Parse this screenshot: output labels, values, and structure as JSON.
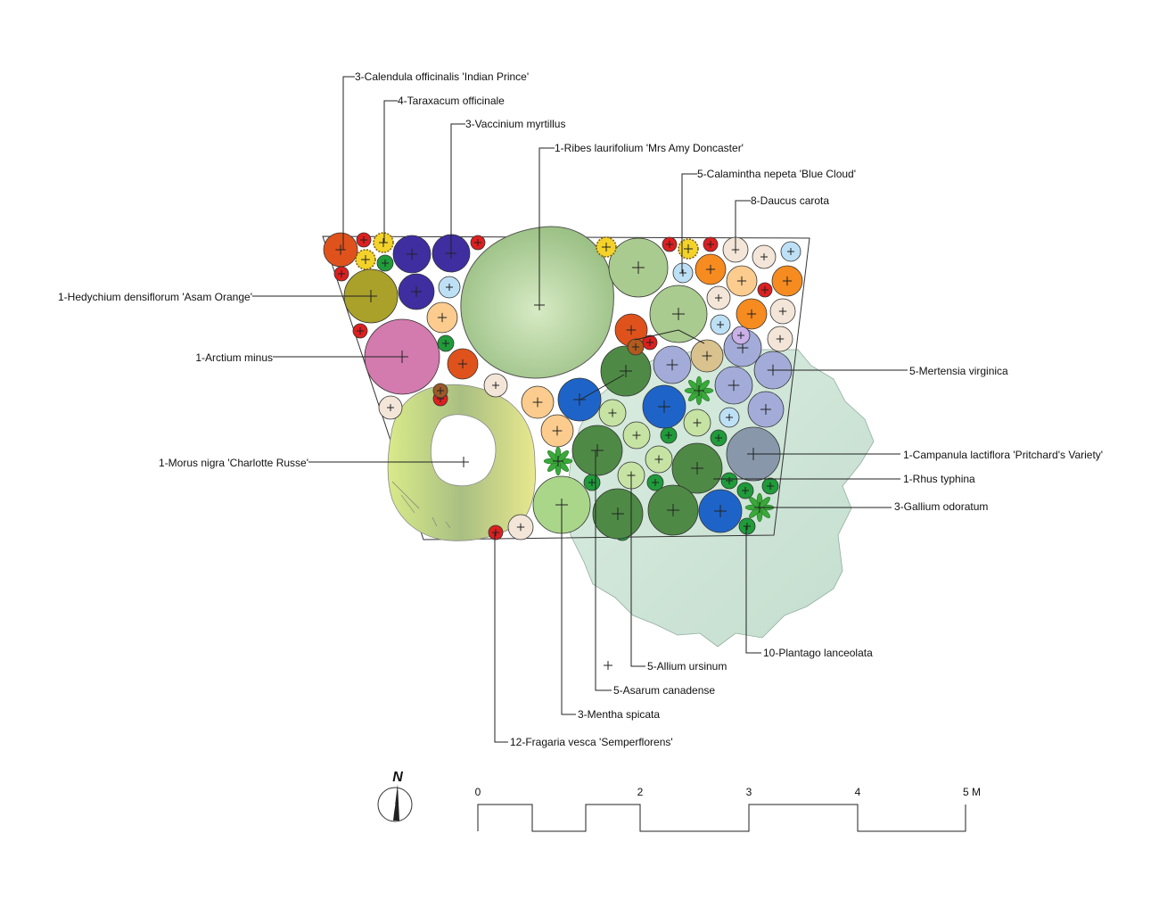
{
  "labels": {
    "calendula": "3-Calendula officinalis 'Indian Prince'",
    "taraxacum": "4-Taraxacum officinale",
    "vaccinium": "3-Vaccinium myrtillus",
    "ribes": "1-Ribes laurifolium 'Mrs Amy Doncaster'",
    "calamintha": "5-Calamintha nepeta 'Blue Cloud'",
    "daucus": "8-Daucus carota",
    "hedychium": "1-Hedychium densiflorum 'Asam Orange'",
    "arctium": "1-Arctium minus",
    "mertensia": "5-Mertensia virginica",
    "morus": "1-Morus nigra 'Charlotte Russe'",
    "campanula": "1-Campanula lactiflora 'Pritchard's Variety'",
    "rhus": "1-Rhus typhina",
    "gallium": "3-Gallium odoratum",
    "plantago": "10-Plantago lanceolata",
    "allium": "5-Allium ursinum",
    "asarum": "5-Asarum canadense",
    "mentha": "3-Mentha spicata",
    "fragaria": "12-Fragaria vesca 'Semperflorens'"
  },
  "north": {
    "letter": "N"
  },
  "scale": {
    "ticks": [
      "0",
      "2",
      "3",
      "4",
      "5 M"
    ]
  },
  "colors": {
    "calendula_orange": "#e0521c",
    "hedychium_olive": "#aaa12a",
    "arctium_pink": "#d37aae",
    "vaccinium_purple": "#3e2ea0",
    "fragaria_red": "#dc1f1f",
    "taraxacum_yellow": "#f3d22a",
    "asarum_darkgreen": "#4e8a45",
    "allium_lightgreen": "#c6e3a3",
    "mentha_green": "#aad68a",
    "mertensia_lavender": "#a3acd8",
    "campanula_blue": "#1e64c8",
    "calamintha_blue": "#bde0f5",
    "daucus_cream": "#f3e6d8",
    "peach": "#fbcc8e",
    "orange": "#f68b1f",
    "rhus_shade": "#cfe4d8",
    "plantago_green": "#1f9b3a",
    "ribes_green": "#a9cb8f"
  }
}
